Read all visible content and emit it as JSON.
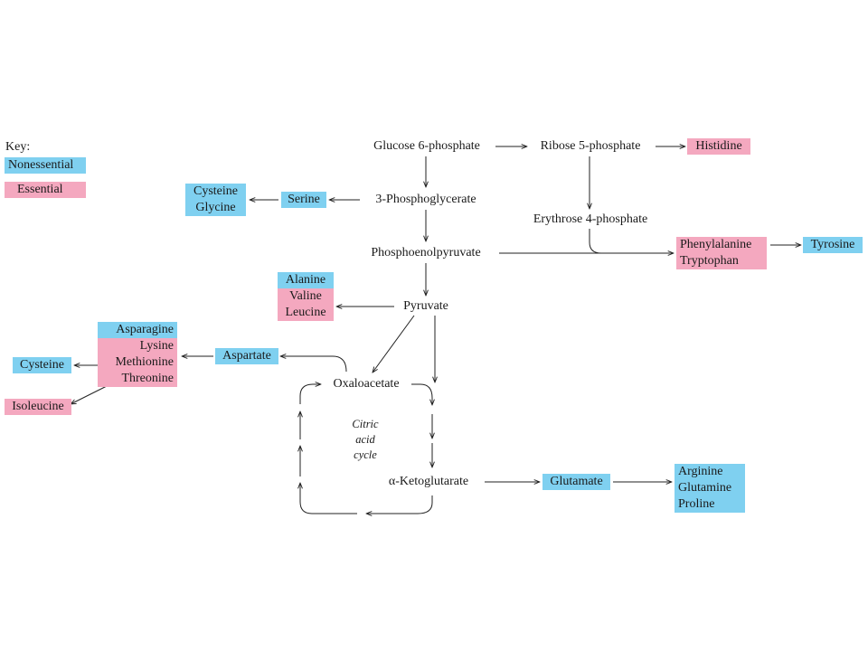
{
  "key": {
    "title": "Key:",
    "nonessential": "Nonessential",
    "essential": "Essential",
    "colors": {
      "nonessential": "#7fd0f0",
      "essential": "#f4a8bf"
    }
  },
  "intermediates": {
    "glucose6p": "Glucose 6-phosphate",
    "ribose5p": "Ribose 5-phosphate",
    "pg3": "3-Phosphoglycerate",
    "erythrose4p": "Erythrose 4-phosphate",
    "pep": "Phosphoenolpyruvate",
    "pyruvate": "Pyruvate",
    "oxaloacetate": "Oxaloacetate",
    "akg": "α-Ketoglutarate"
  },
  "cycle_label": [
    "Citric",
    "acid",
    "cycle"
  ],
  "amino_acids": {
    "histidine": "Histidine",
    "cysteine_glycine": [
      "Cysteine",
      "Glycine"
    ],
    "serine": "Serine",
    "phe_trp": [
      "Phenylalanine",
      "Tryptophan"
    ],
    "tyrosine": "Tyrosine",
    "ala_val_leu": [
      "Alanine",
      "Valine",
      "Leucine"
    ],
    "asp_family": [
      "Asparagine",
      "Lysine",
      "Methionine",
      "Threonine"
    ],
    "aspartate": "Aspartate",
    "cysteine": "Cysteine",
    "isoleucine": "Isoleucine",
    "glutamate": "Glutamate",
    "glu_family": [
      "Arginine",
      "Glutamine",
      "Proline"
    ]
  }
}
